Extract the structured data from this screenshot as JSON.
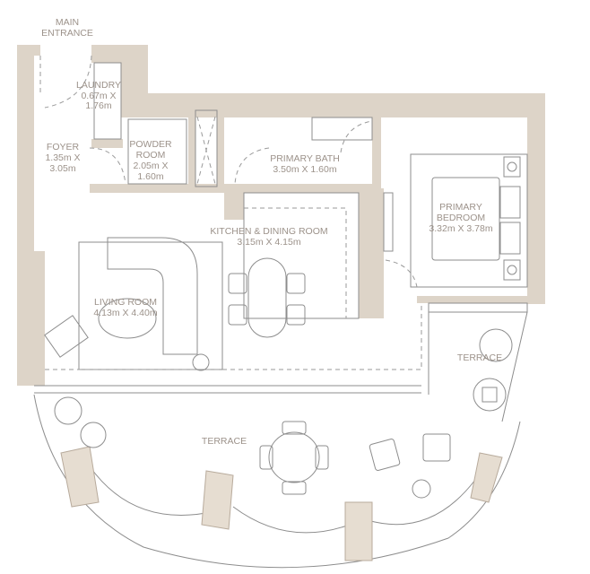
{
  "entrance": {
    "line1": "MAIN",
    "line2": "ENTRANCE"
  },
  "rooms": [
    {
      "name": "LAUNDRY",
      "size1": "0.67m X",
      "size2": "1.76m"
    },
    {
      "name": "FOYER",
      "size1": "1.35m X",
      "size2": "3.05m"
    },
    {
      "name": "POWDER",
      "name2": "ROOM",
      "size1": "2.05m X",
      "size2": "1.60m"
    },
    {
      "name": "PRIMARY BATH",
      "size1": "3.50m X 1.60m"
    },
    {
      "name": "KITCHEN & DINING ROOM",
      "size1": "3.15m X 4.15m"
    },
    {
      "name": "PRIMARY",
      "name2": "BEDROOM",
      "size1": "3.32m X 3.78m"
    },
    {
      "name": "LIVING ROOM",
      "size1": "4.13m X 4.40m"
    },
    {
      "name": "TERRACE"
    },
    {
      "name": "TERRACE"
    }
  ],
  "colors": {
    "wall": "#ddd4c8",
    "label": "#9c928a",
    "line": "#8d8d8d"
  }
}
